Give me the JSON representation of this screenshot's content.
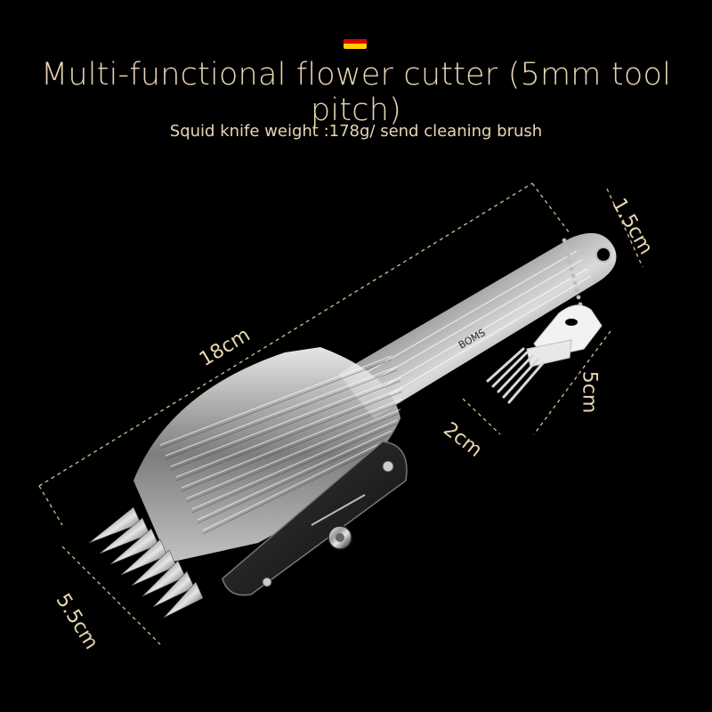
{
  "header": {
    "flag_icon": "germany-flag-icon",
    "title": "Multi-functional flower cutter (5mm tool pitch)",
    "subtitle": "Squid knife weight :178g/ send cleaning brush"
  },
  "product": {
    "brand_mark": "BOMS",
    "dimensions": {
      "length": "18cm",
      "head_width": "5.5cm",
      "handle_width": "1.5cm",
      "brush_length": "5cm",
      "brush_width": "2cm"
    }
  },
  "colors": {
    "background": "#000000",
    "text": "#e8d6b4",
    "dash": "#c8b48c",
    "flag": [
      "#000000",
      "#dd0000",
      "#ffce00"
    ]
  }
}
